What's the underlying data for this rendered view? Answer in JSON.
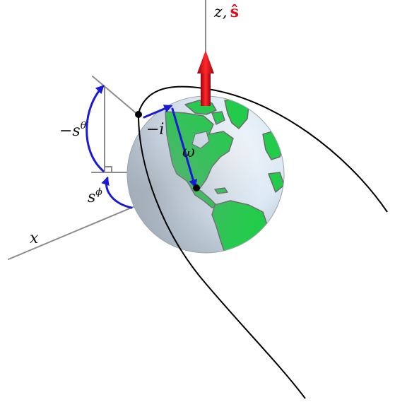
{
  "labels": {
    "z_axis": "z,",
    "s_hat": "ŝ",
    "x_axis": "x",
    "minus_i": "−i",
    "omega": "ω",
    "minus_s": "−s",
    "theta_sup": "θ",
    "s_base": "s",
    "phi_sup": "ϕ"
  },
  "colors": {
    "axis": "#8c8c8c",
    "orbit": "#000000",
    "arrow_blue": "#1a1ad6",
    "sun_vector_red": "#e0101a",
    "land": "#22cc4a",
    "ocean": "#dde9f5",
    "s_hat_label": "#e0101a"
  },
  "icons": {
    "earth": "globe-icon",
    "sun_direction": "red-arrow-icon"
  }
}
